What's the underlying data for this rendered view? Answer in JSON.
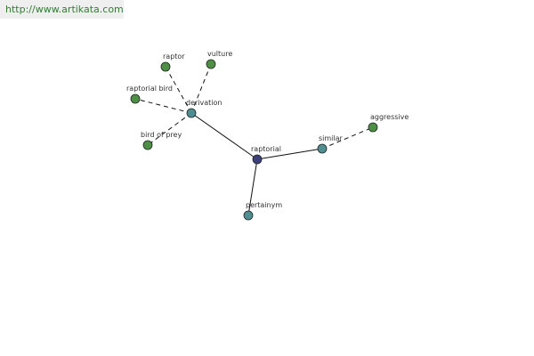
{
  "site": {
    "url": "http://www.artikata.com"
  },
  "colors": {
    "root": "#3c3f7a",
    "relation": "#4f8f91",
    "leaf": "#4e8f46",
    "edge": "#111111",
    "banner_text": "#2f7f2f"
  },
  "graph": {
    "nodes": [
      {
        "id": "raptorial",
        "label": "raptorial",
        "kind": "root"
      },
      {
        "id": "derivation",
        "label": "derivation",
        "kind": "relation"
      },
      {
        "id": "similar",
        "label": "similar",
        "kind": "relation"
      },
      {
        "id": "pertainym",
        "label": "pertainym",
        "kind": "relation"
      },
      {
        "id": "raptor",
        "label": "raptor",
        "kind": "leaf"
      },
      {
        "id": "vulture",
        "label": "vulture",
        "kind": "leaf"
      },
      {
        "id": "raptorial-bird",
        "label": "raptorial bird",
        "kind": "leaf"
      },
      {
        "id": "bird-of-prey",
        "label": "bird of prey",
        "kind": "leaf"
      },
      {
        "id": "aggressive",
        "label": "aggressive",
        "kind": "leaf"
      }
    ],
    "edges": [
      {
        "from": "raptorial",
        "to": "derivation",
        "style": "solid"
      },
      {
        "from": "raptorial",
        "to": "similar",
        "style": "solid"
      },
      {
        "from": "raptorial",
        "to": "pertainym",
        "style": "solid"
      },
      {
        "from": "derivation",
        "to": "raptor",
        "style": "dashed"
      },
      {
        "from": "derivation",
        "to": "vulture",
        "style": "dashed"
      },
      {
        "from": "derivation",
        "to": "raptorial-bird",
        "style": "dashed"
      },
      {
        "from": "derivation",
        "to": "bird-of-prey",
        "style": "dashed"
      },
      {
        "from": "similar",
        "to": "aggressive",
        "style": "dashed"
      }
    ]
  }
}
